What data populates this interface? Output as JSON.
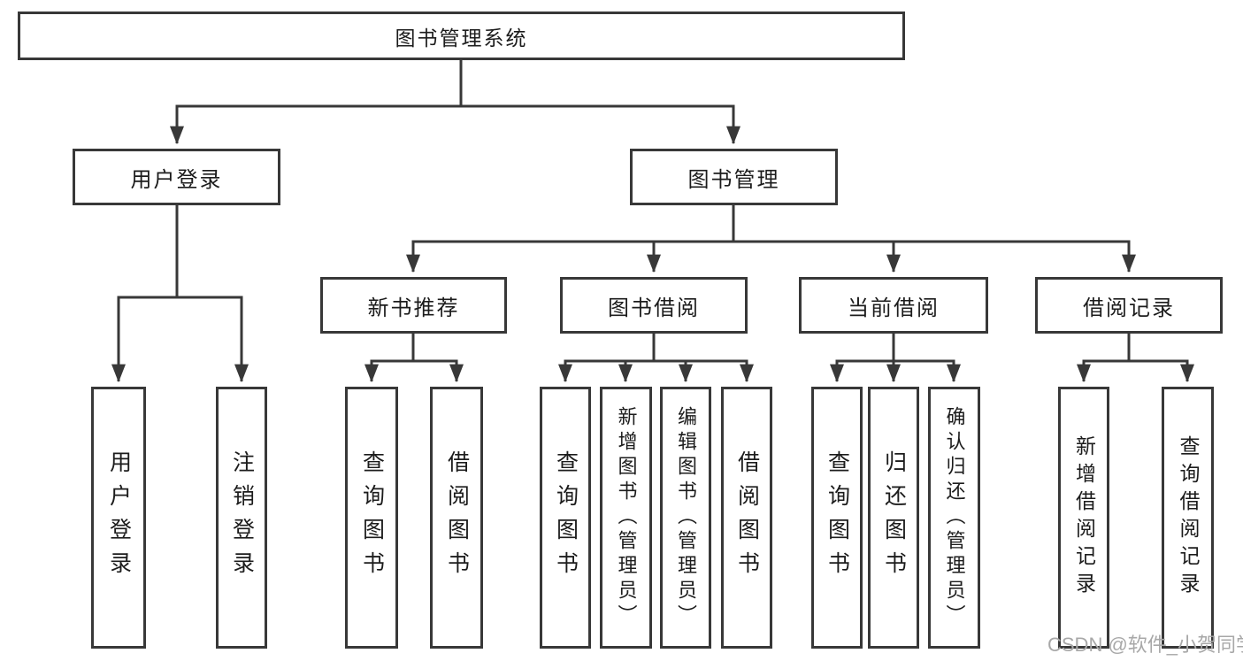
{
  "tree": {
    "label": "图书管理系统",
    "children": [
      {
        "label": "用户登录",
        "children": [
          {
            "label": "用户登录"
          },
          {
            "label": "注销登录"
          }
        ]
      },
      {
        "label": "图书管理",
        "children": [
          {
            "label": "新书推荐",
            "children": [
              {
                "label": "查询图书"
              },
              {
                "label": "借阅图书"
              }
            ]
          },
          {
            "label": "图书借阅",
            "children": [
              {
                "label": "查询图书"
              },
              {
                "label": "新增图书（管理员）"
              },
              {
                "label": "编辑图书（管理员）"
              },
              {
                "label": "借阅图书"
              }
            ]
          },
          {
            "label": "当前借阅",
            "children": [
              {
                "label": "查询图书"
              },
              {
                "label": "归还图书"
              },
              {
                "label": "确认归还（管理员）"
              }
            ]
          },
          {
            "label": "借阅记录",
            "children": [
              {
                "label": "新增借阅记录"
              },
              {
                "label": "查询借阅记录"
              }
            ]
          }
        ]
      }
    ]
  },
  "watermark": {
    "text": "CSDN @软件_小贺同学"
  },
  "colors": {
    "line": "#383838",
    "box_border": "#383838",
    "text": "#1c1c1c",
    "watermark": "#a8a8a8",
    "background": "#ffffff"
  }
}
